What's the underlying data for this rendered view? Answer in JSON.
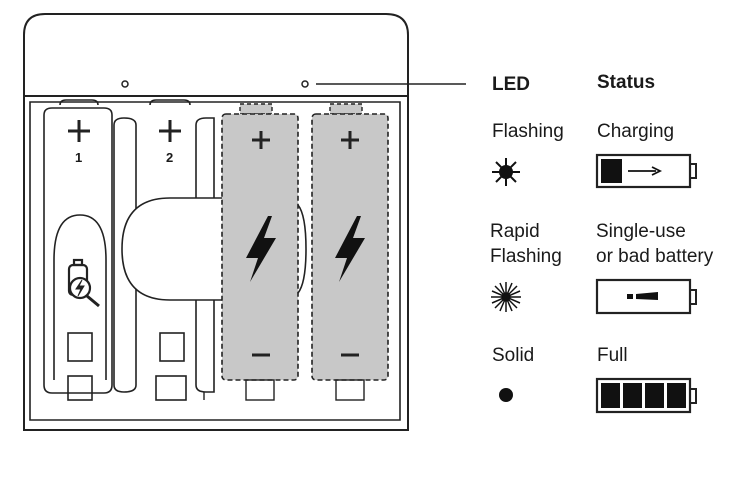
{
  "charger": {
    "slot_labels": [
      "1",
      "2"
    ],
    "plus_sign": "+",
    "minus_sign": "–"
  },
  "legend": {
    "led_header": "LED",
    "status_header": "Status",
    "rows": [
      {
        "led": "Flashing",
        "status": "Charging",
        "led_icon": "flash-star-icon",
        "status_icon": "battery-charging-icon"
      },
      {
        "led_line1": "Rapid",
        "led_line2": "Flashing",
        "status_line1": "Single-use",
        "status_line2": "or bad battery",
        "led_icon": "rapid-flash-burst-icon",
        "status_icon": "battery-bad-icon"
      },
      {
        "led": "Solid",
        "status": "Full",
        "led_icon": "solid-dot-icon",
        "status_icon": "battery-full-icon"
      }
    ]
  },
  "colors": {
    "ink": "#1a1a1a",
    "battery_fill": "#c8c8c8",
    "outline": "#222222"
  }
}
